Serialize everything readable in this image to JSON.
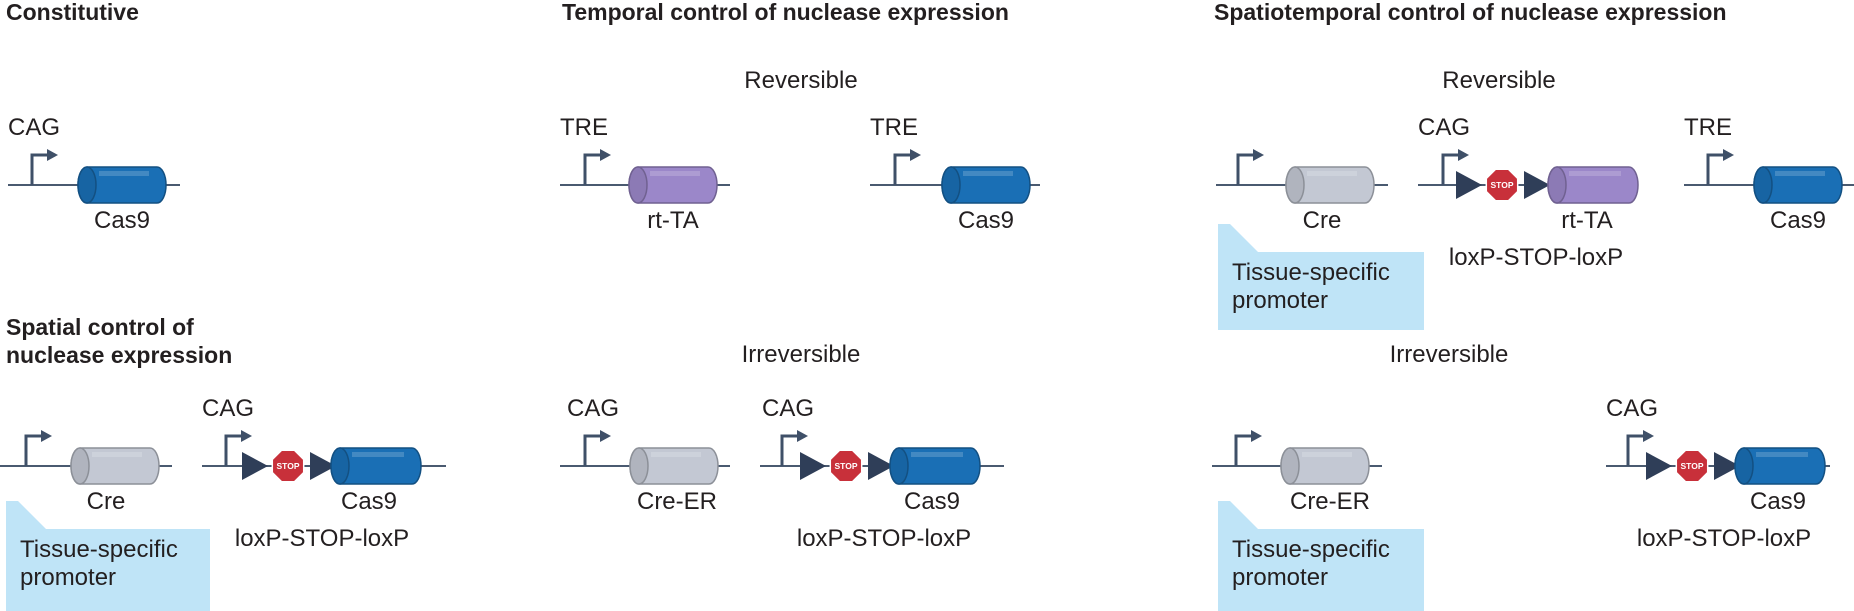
{
  "headers": {
    "constitutive": "Constitutive",
    "temporal": "Temporal control of nuclease expression",
    "spatiotemporal": "Spatiotemporal control of nuclease expression",
    "spatial_line1": "Spatial control of",
    "spatial_line2": "nuclease expression"
  },
  "subheaders": {
    "temporal_reversible": "Reversible",
    "temporal_irreversible": "Irreversible",
    "spatiotemporal_reversible": "Reversible",
    "spatiotemporal_irreversible": "Irreversible"
  },
  "promoters": {
    "cag": "CAG",
    "tre": "TRE"
  },
  "genes": {
    "cas9": "Cas9",
    "rtta": "rt-TA",
    "cre": "Cre",
    "cre_er": "Cre-ER"
  },
  "cassette_label": "loxP-STOP-loxP",
  "stop_sign": "STOP",
  "tissue_promoter": {
    "line1": "Tissue-specific",
    "line2": "promoter"
  },
  "colors": {
    "cas9": "#1a6fb5",
    "rtta": "#9b87c9",
    "cre": "#c3c8d3",
    "stop": "#c8303a",
    "callout": "#bfe4f7",
    "line": "#4a5a70"
  }
}
